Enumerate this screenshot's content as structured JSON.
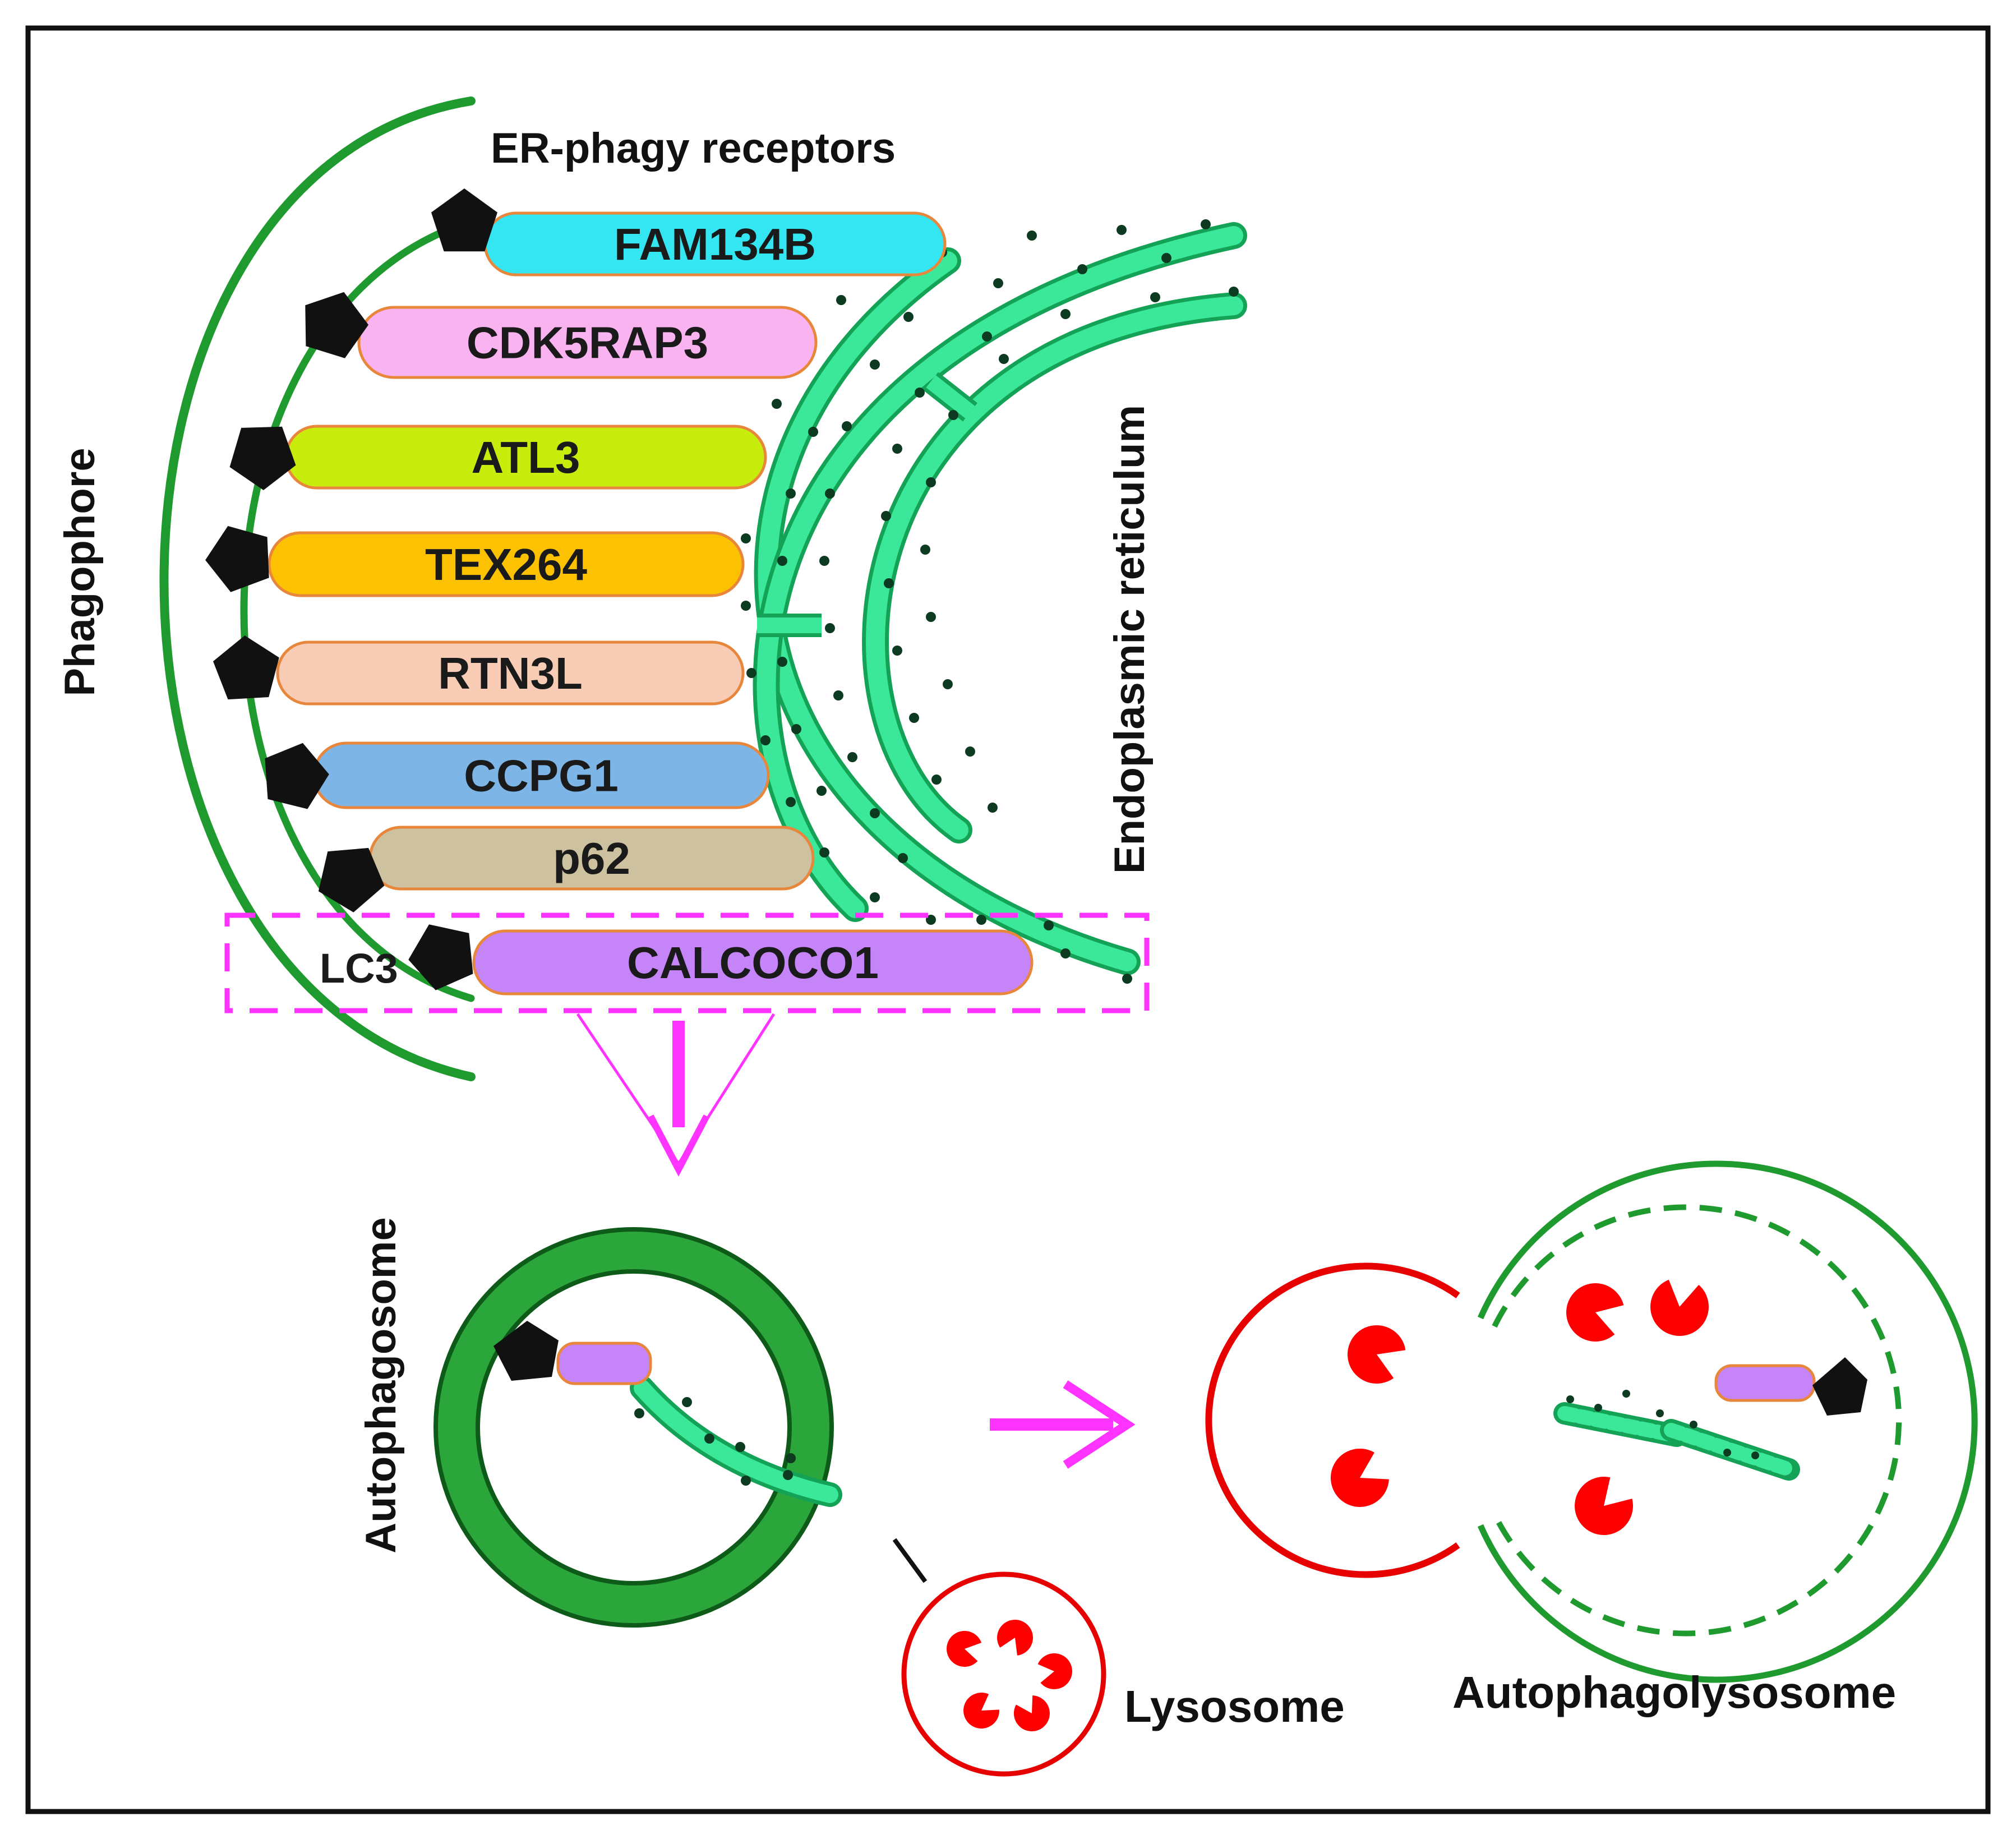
{
  "labels": {
    "er_phagy_receptors": "ER-phagy receptors",
    "phagophore": "Phagophore",
    "endoplasmic_reticulum": "Endoplasmic reticulum",
    "lc3": "LC3",
    "autophagosome": "Autophagosome",
    "lysosome": "Lysosome",
    "autophagolysosome": "Autophagolysosome"
  },
  "receptors": [
    {
      "name": "FAM134B",
      "color": "#33e6f2"
    },
    {
      "name": "CDK5RAP3",
      "color": "#f9b3f0"
    },
    {
      "name": "ATL3",
      "color": "#c8ec0c"
    },
    {
      "name": "TEX264",
      "color": "#fcc100"
    },
    {
      "name": "RTN3L",
      "color": "#f9ccb5"
    },
    {
      "name": "CCPG1",
      "color": "#7db5e6"
    },
    {
      "name": "p62",
      "color": "#cdc19f"
    },
    {
      "name": "CALCOCO1",
      "color": "#c684f9"
    }
  ],
  "colors": {
    "phagophore": "#1f9a2e",
    "er_fill": "#3be89a",
    "er_outline": "#14a356",
    "ribosome": "#0d3b22",
    "lc3": "#111111",
    "highlight": "#ff33ff",
    "lysosome": "#e60000",
    "hydrolase": "#ff0000",
    "receptor_outline": "#e8873c"
  },
  "icons": {
    "lc3": "pentagon-icon",
    "hydrolase": "pacman-icon",
    "arrow": "arrow-right-icon"
  }
}
